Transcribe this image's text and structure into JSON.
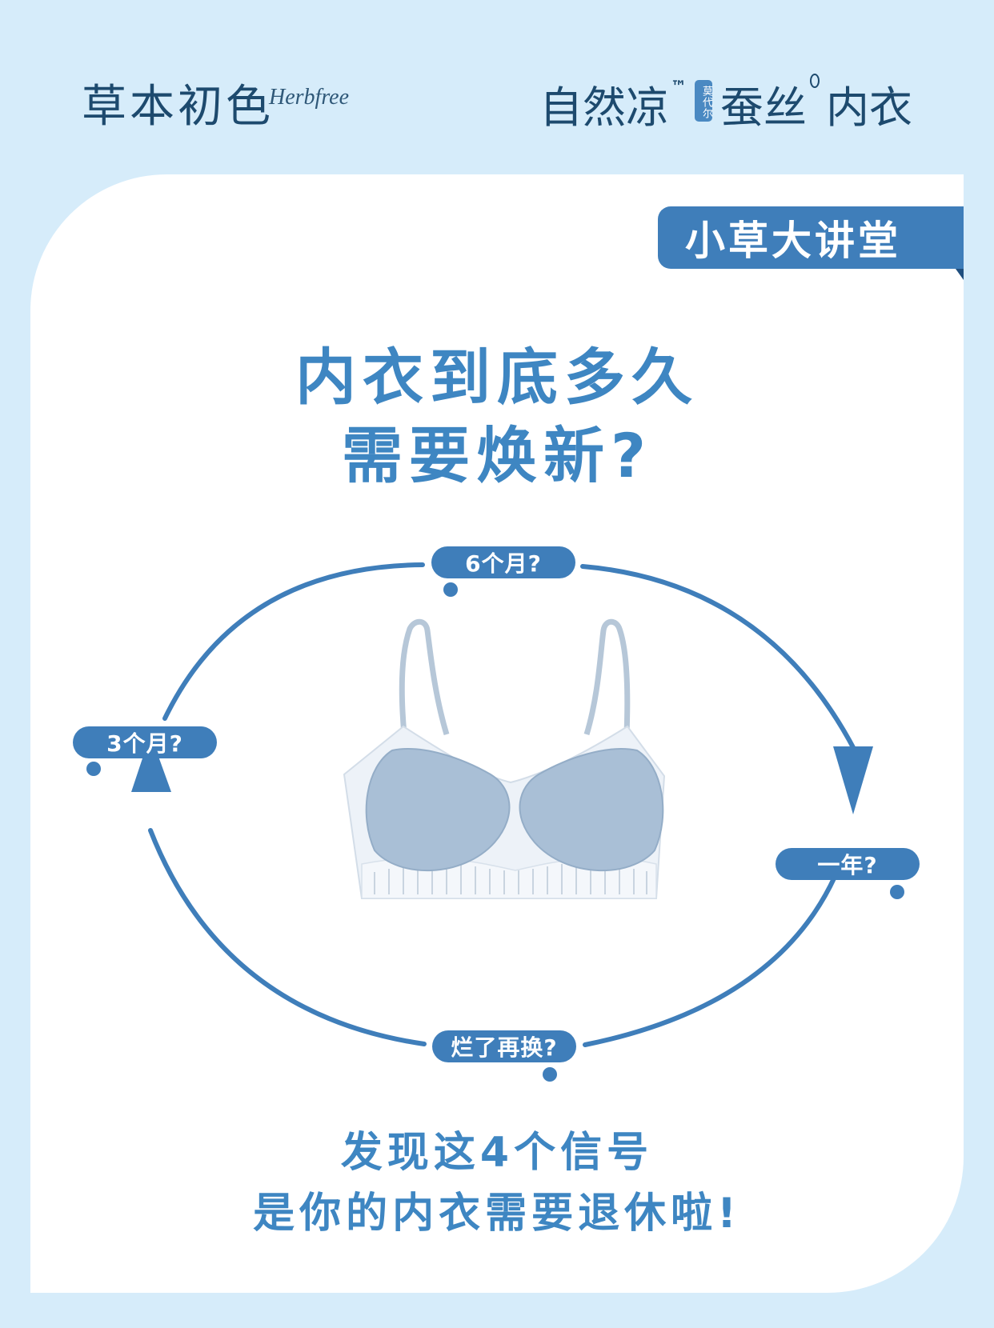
{
  "header": {
    "brand_cn": "草本初色",
    "brand_en": "Herbfree",
    "product_part1": "自然凉",
    "trademark": "™",
    "modal_badge": "莫代尔",
    "product_part2": "蚕丝",
    "product_part3": "内衣"
  },
  "tag": {
    "label": "小草大讲堂"
  },
  "title": {
    "line1": "内衣到底多久",
    "line2": "需要焕新?"
  },
  "cycle": {
    "top_label": "6个月?",
    "left_label": "3个月?",
    "right_label": "一年?",
    "bottom_label": "烂了再换?"
  },
  "footer": {
    "line1": "发现这4个信号",
    "line2": "是你的内衣需要退休啦!"
  },
  "colors": {
    "accent": "#3f7eba",
    "title_blue": "#3e86c2",
    "page_bg": "#d6ecfa",
    "brand_dark": "#1d4a6e"
  }
}
